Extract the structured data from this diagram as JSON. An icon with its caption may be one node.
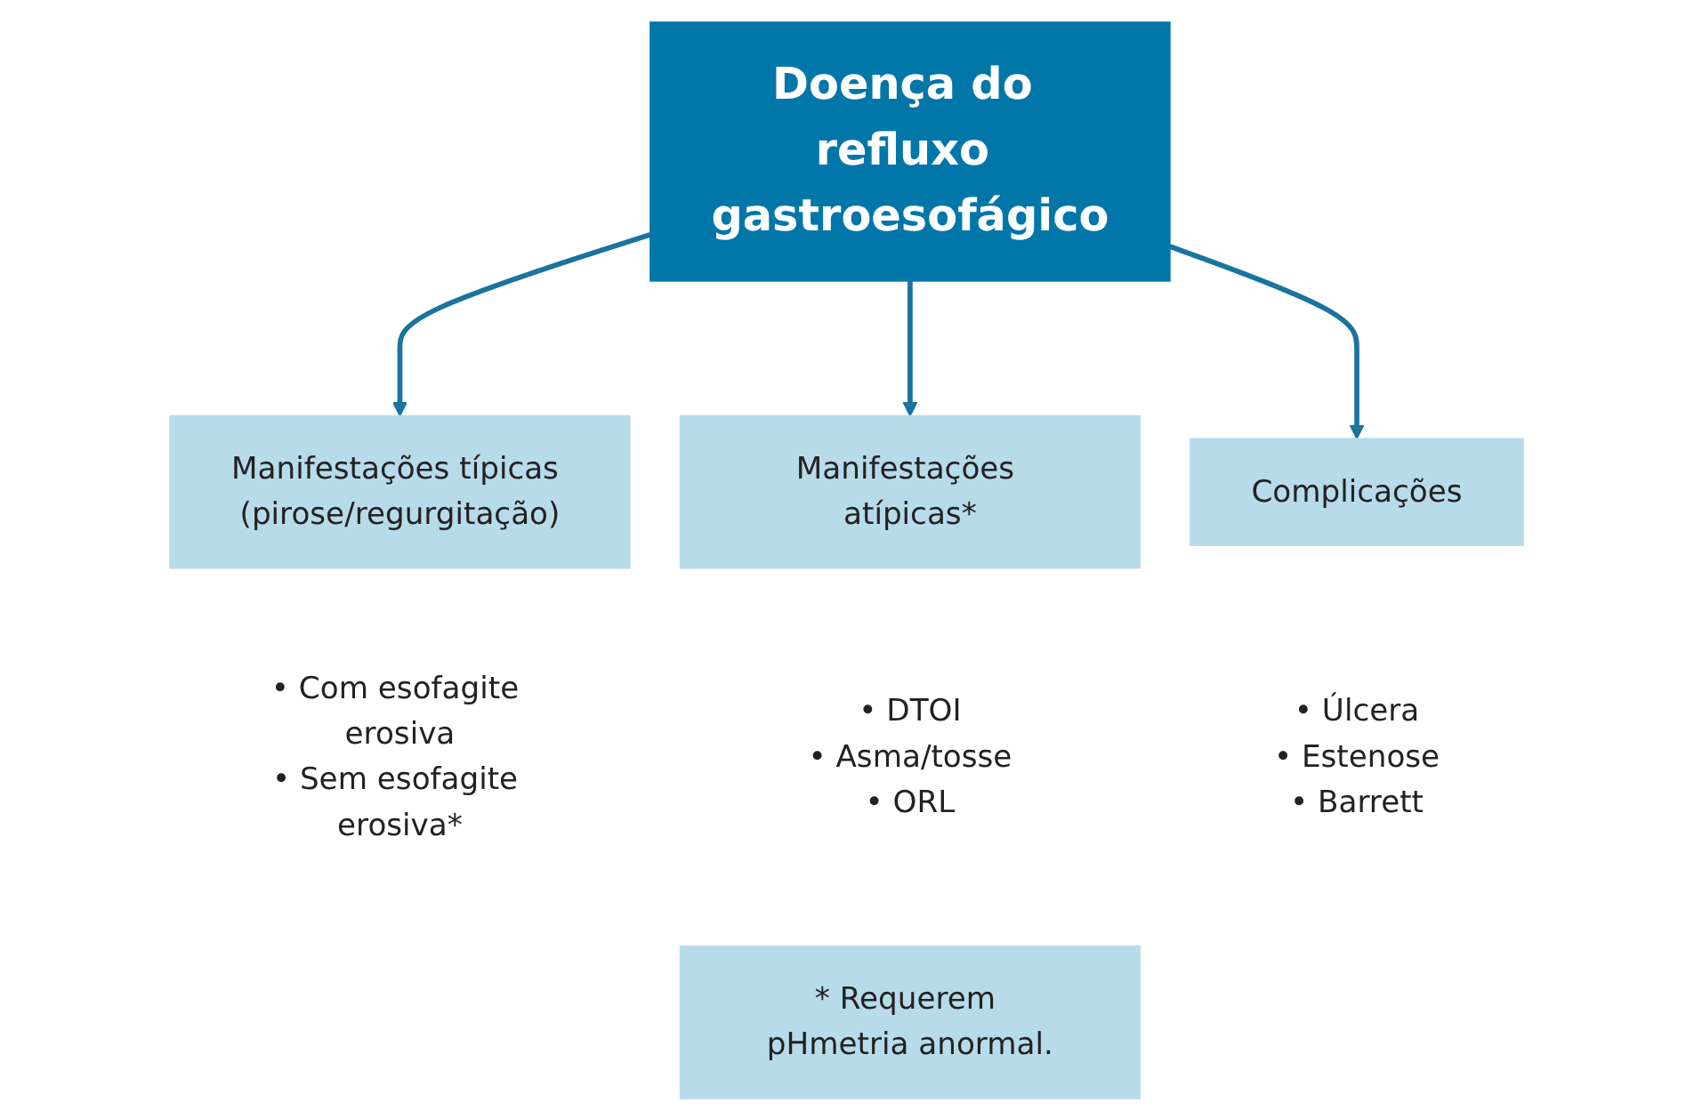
{
  "diagram": {
    "nodes": [
      {
        "text": [
          "Doença do refluxo gastroesofágico"
        ]
      },
      {
        "text": [
          "Manifestações típicas (pirose/regurgitação)"
        ],
        "beside": [
          "• Com esofagite erosiva",
          "• Sem esofagite erosiva*"
        ]
      },
      {
        "text": [
          "Manifestações atípicas*"
        ],
        "beside": [
          "• DTOI",
          "• Asma/tosse",
          "• ORL"
        ]
      },
      {
        "text": [
          "Complicações"
        ],
        "beside": [
          "• Úlcera",
          "• Estenose",
          "• Barrett"
        ]
      },
      {
        "text": [
          "* Requerem pHmetria anormal."
        ]
      }
    ],
    "edges": [
      {
        "from": 0,
        "to": 1,
        "arrow": "to"
      },
      {
        "from": 0,
        "to": 2,
        "arrow": "to"
      },
      {
        "from": 0,
        "to": 3,
        "arrow": "to"
      }
    ]
  }
}
